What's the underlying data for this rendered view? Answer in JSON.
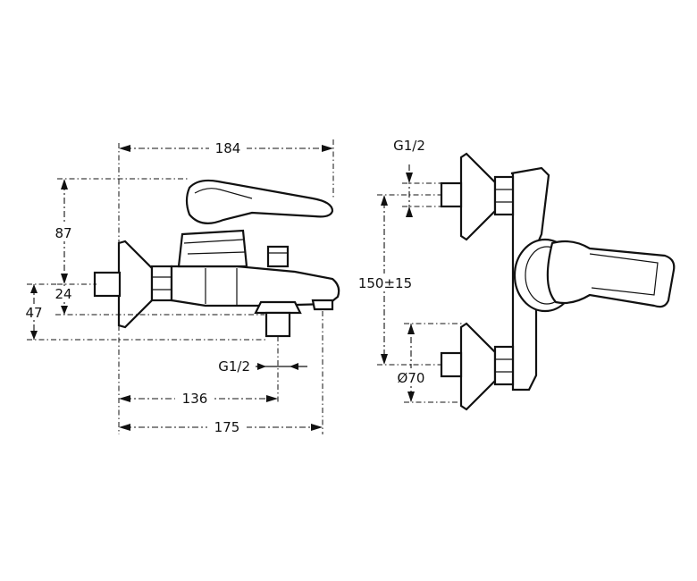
{
  "dimensions": {
    "width_184": "184",
    "height_87": "87",
    "offset_24": "24",
    "offset_47": "47",
    "thread_left": "G1/2",
    "depth_136": "136",
    "depth_175": "175",
    "thread_right": "G1/2",
    "centers": "150±15",
    "flange_dia": "Ø70"
  }
}
